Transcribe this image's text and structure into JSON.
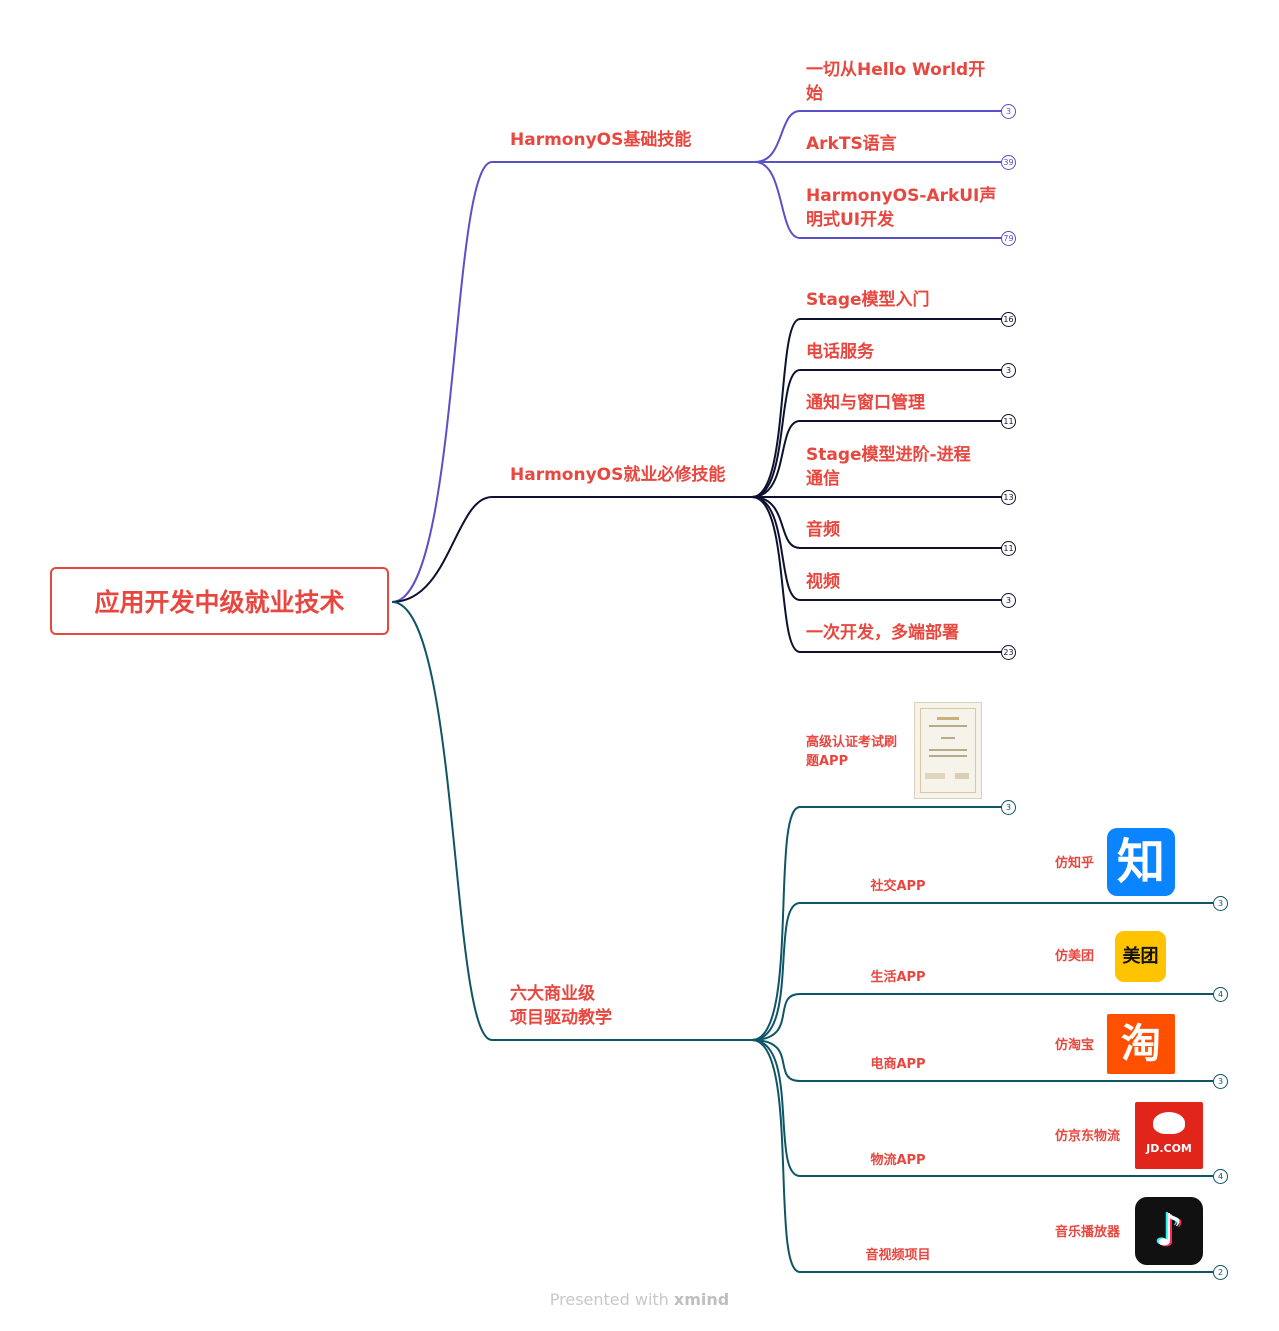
{
  "root": {
    "label": "应用开发中级就业技术"
  },
  "branches": [
    {
      "label": "HarmonyOS基础技能",
      "color": "#5a50c8",
      "children": [
        {
          "label": "一切从Hello World开\n始",
          "count": "3"
        },
        {
          "label": "ArkTS语言",
          "count": "39"
        },
        {
          "label": "HarmonyOS-ArkUI声\n明式UI开发",
          "count": "79"
        }
      ]
    },
    {
      "label": "HarmonyOS就业必修技能",
      "color": "#0f1130",
      "children": [
        {
          "label": "Stage模型入门",
          "count": "16"
        },
        {
          "label": "电话服务",
          "count": "3"
        },
        {
          "label": "通知与窗口管理",
          "count": "11"
        },
        {
          "label": "Stage模型进阶-进程\n通信",
          "count": "13"
        },
        {
          "label": "音频",
          "count": "11"
        },
        {
          "label": "视频",
          "count": "3"
        },
        {
          "label": "一次开发，多端部署",
          "count": "23"
        }
      ]
    },
    {
      "label": "六大商业级\n项目驱动教学",
      "color": "#0f5566",
      "children": [
        {
          "label": "高级认证考试刷\n题APP",
          "count": "3",
          "icon": "certificate-image"
        },
        {
          "label": "社交APP",
          "sub": "仿知乎",
          "count": "3",
          "icon": "zhihu-icon",
          "icon_text": "知"
        },
        {
          "label": "生活APP",
          "sub": "仿美团",
          "count": "4",
          "icon": "meituan-icon",
          "icon_text": "美团"
        },
        {
          "label": "电商APP",
          "sub": "仿淘宝",
          "count": "3",
          "icon": "taobao-icon",
          "icon_text": "淘"
        },
        {
          "label": "物流APP",
          "sub": "仿京东物流",
          "count": "4",
          "icon": "jd-icon",
          "icon_text": "JD.COM"
        },
        {
          "label": "音视频项目",
          "sub": "音乐播放器",
          "count": "2",
          "icon": "tiktok-icon",
          "icon_text": "♪"
        }
      ]
    }
  ],
  "footer": {
    "prefix": "Presented with ",
    "brand": "xmind"
  }
}
